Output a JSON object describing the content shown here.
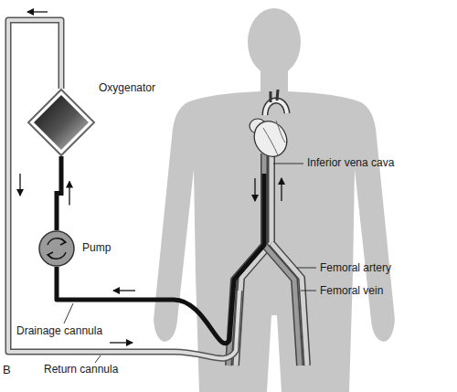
{
  "diagram": {
    "nodes": [
      {
        "text": [
          "Oxygenator"
        ]
      },
      {
        "text": [
          "Pump"
        ]
      }
    ],
    "edges": [
      {
        "from": 1,
        "to": 0,
        "arrow": "to"
      }
    ],
    "labels": [
      "Inferior vena cava",
      "Femoral artery",
      "Femoral vein",
      "Drainage cannula",
      "Return cannula",
      "B"
    ]
  }
}
